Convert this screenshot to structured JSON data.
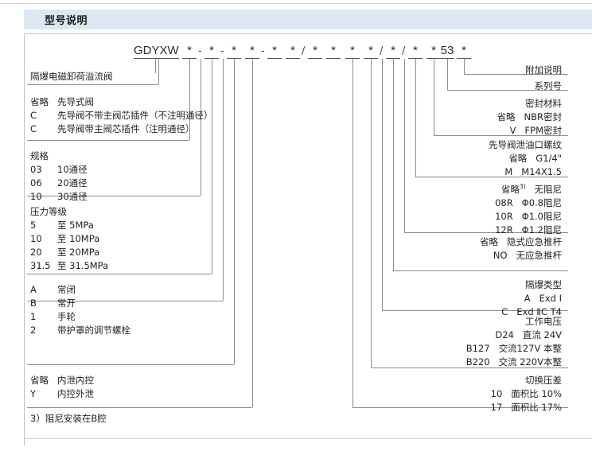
{
  "header": {
    "title": "型号说明"
  },
  "model_code": {
    "prefix": "GDYXW",
    "tokens": [
      "*",
      "-",
      "*",
      "-",
      "*",
      "*",
      "-",
      "*",
      "*",
      "/",
      "*",
      "*",
      "*",
      "*",
      "/",
      "*",
      "/",
      "*",
      "*",
      "53",
      "*"
    ],
    "series_number": "53"
  },
  "left_blocks": [
    {
      "name": "product-name",
      "lines": [
        {
          "text": "隔爆电磁卸荷溢流阀"
        }
      ]
    },
    {
      "name": "pilot-valve-type",
      "lines": [
        {
          "code": "省略",
          "text": "先导式阀"
        },
        {
          "code": "C",
          "text": "先导阀不带主阀芯插件（不注明通径）"
        },
        {
          "code": "C",
          "text": "先导阀带主阀芯插件（注明通径）"
        }
      ]
    },
    {
      "name": "specification",
      "lines": [
        {
          "code": "",
          "text": "规格"
        },
        {
          "code": "03",
          "text": "10通径"
        },
        {
          "code": "06",
          "text": "20通径"
        },
        {
          "code": "10",
          "text": "30通径"
        }
      ]
    },
    {
      "name": "pressure-rating",
      "lines": [
        {
          "code": "",
          "text": "压力等级"
        },
        {
          "code": "5",
          "text": "至  5MPa"
        },
        {
          "code": "10",
          "text": "至 10MPa"
        },
        {
          "code": "20",
          "text": "至 20MPa"
        },
        {
          "code": "31.5",
          "text": "至 31.5MPa"
        }
      ]
    },
    {
      "name": "normal-state",
      "lines": [
        {
          "code": "A",
          "text": "常闭"
        },
        {
          "code": "B",
          "text": "常开"
        }
      ]
    },
    {
      "name": "adjustment-type",
      "lines": [
        {
          "code": "1",
          "text": "手轮"
        },
        {
          "code": "2",
          "text": "带护罩的调节螺栓"
        }
      ]
    },
    {
      "name": "drain-control",
      "lines": [
        {
          "code": "省略",
          "text": "内泄内控"
        },
        {
          "code": "Y",
          "text": "内控外泄"
        }
      ]
    }
  ],
  "right_blocks": [
    {
      "name": "additional-description",
      "lines": [
        {
          "text": "附加说明"
        }
      ]
    },
    {
      "name": "series-number",
      "lines": [
        {
          "text": "系列号"
        }
      ]
    },
    {
      "name": "seal-material",
      "lines": [
        {
          "code": "",
          "text": "密封材料"
        },
        {
          "code": "省略",
          "text": "NBR密封"
        },
        {
          "code": "V",
          "text": "FPM密封"
        }
      ]
    },
    {
      "name": "pilot-drain-thread",
      "lines": [
        {
          "code": "",
          "text": "先导阀泄油口螺纹"
        },
        {
          "code": "省略",
          "text": "G1/4\""
        },
        {
          "code": "M",
          "text": "M14X1.5"
        }
      ]
    },
    {
      "name": "damping",
      "lines": [
        {
          "code": "省略",
          "sup": "3)",
          "text": "无阻尼"
        },
        {
          "code": "08R",
          "text": "Φ0.8阻尼"
        },
        {
          "code": "10R",
          "text": "Φ1.0阻尼"
        },
        {
          "code": "12R",
          "text": "Φ1.2阻尼"
        }
      ]
    },
    {
      "name": "emergency-push-rod",
      "lines": [
        {
          "code": "省略",
          "text": "隐式应急推杆"
        },
        {
          "code": "NO",
          "text": "无应急推杆"
        }
      ]
    },
    {
      "name": "explosion-proof-type",
      "lines": [
        {
          "code": "",
          "text": "隔爆类型"
        },
        {
          "code": "A",
          "text": "Exd Ⅰ"
        },
        {
          "code": "C",
          "text": "Exd ⅡC T4"
        }
      ]
    },
    {
      "name": "working-voltage",
      "lines": [
        {
          "code": "",
          "text": "工作电压"
        },
        {
          "code": "D24",
          "text": "直流 24V"
        },
        {
          "code": "B127",
          "text": "交流127V 本整"
        },
        {
          "code": "B220",
          "text": "交流 220V本整"
        }
      ]
    },
    {
      "name": "switching-pressure-differential",
      "lines": [
        {
          "code": "",
          "text": "切换压差"
        },
        {
          "code": "10",
          "text": "面积比  10%"
        },
        {
          "code": "17",
          "text": "面积比  17%"
        }
      ]
    }
  ],
  "footnote": {
    "text": "3）阻尼安装在B腔"
  }
}
